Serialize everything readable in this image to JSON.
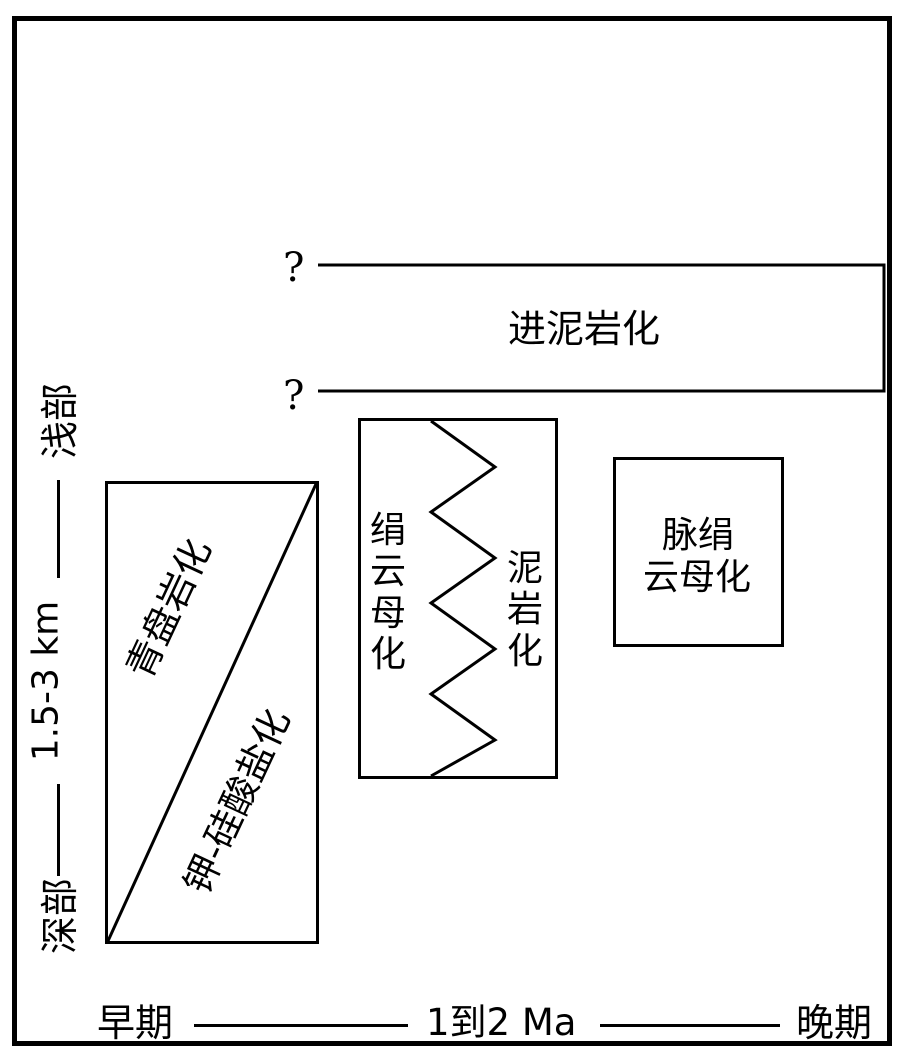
{
  "depth_axis": {
    "bottom_label": "深部",
    "middle_label": "1.5-3 km",
    "top_label": "浅部"
  },
  "time_axis": {
    "left_label": "早期",
    "middle_label": "1到2 Ma",
    "right_label": "晚期"
  },
  "advanced_argillic": {
    "label": "进泥岩化",
    "question_top": "?",
    "question_bottom": "?"
  },
  "propylitic_potassic": {
    "upper_label": "青盘岩化",
    "lower_label": "钾-硅酸盐化"
  },
  "sericitic_argillic": {
    "left_label": "绢云母化",
    "right_label": "泥岩化"
  },
  "vein_sericitic": {
    "line1": "脉绢",
    "line2": "云母化"
  }
}
